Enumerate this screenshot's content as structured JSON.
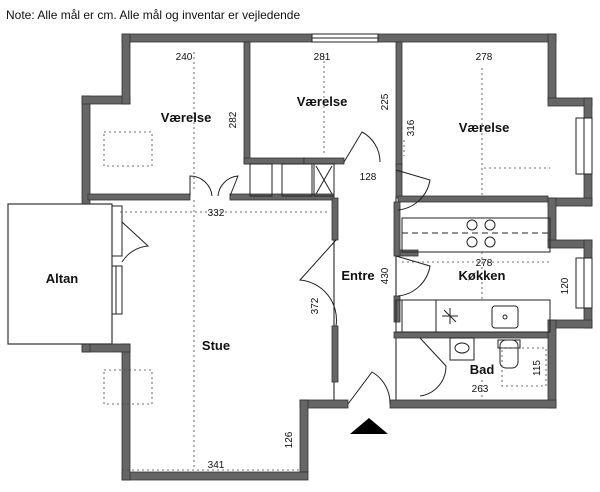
{
  "note": "Note: Alle mål er cm. Alle mål og inventar er vejledende",
  "rooms": {
    "vaerelse_1": "Værelse",
    "vaerelse_2": "Værelse",
    "vaerelse_3": "Værelse",
    "altan": "Altan",
    "stue": "Stue",
    "entre": "Entre",
    "koekken": "Køkken",
    "bad": "Bad"
  },
  "dimensions": {
    "d240": "240",
    "d281": "281",
    "d278_top": "278",
    "d282": "282",
    "d225": "225",
    "d316": "316",
    "d128": "128",
    "d332": "332",
    "d430": "430",
    "d278_kitchen": "278",
    "d120": "120",
    "d372": "372",
    "d263": "263",
    "d115": "115",
    "d126": "126",
    "d341": "341"
  },
  "colors": {
    "wall": "#666666",
    "ink": "#111111",
    "entrance_marker": "#000000"
  }
}
